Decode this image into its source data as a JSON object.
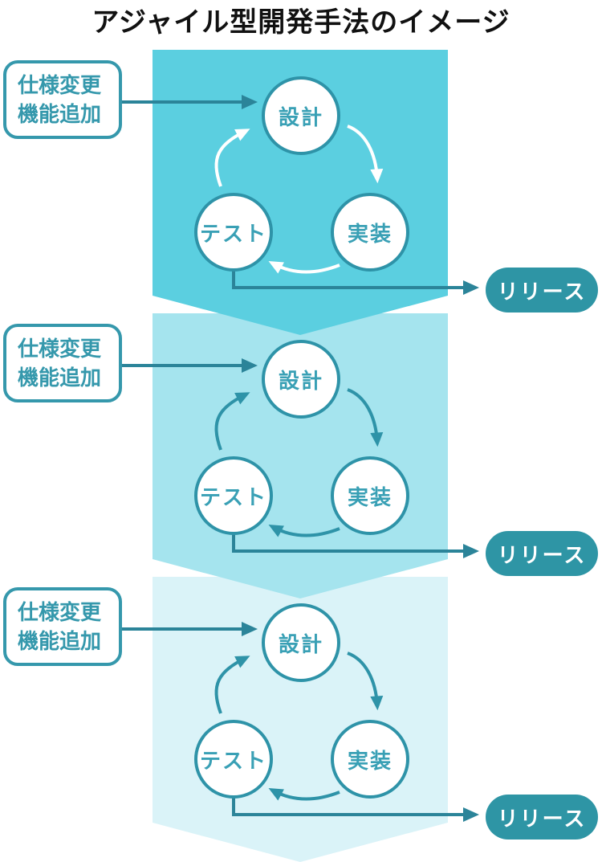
{
  "title": "アジャイル型開発手法のイメージ",
  "colors": {
    "panel_1": "#5bcfe0",
    "panel_2": "#a5e4ee",
    "panel_3": "#daf3f8",
    "teal_accent": "#3598ac",
    "node_border": "#2e93a8",
    "arrow_dark": "#2b8499",
    "release_pill": "#2e95a5"
  },
  "cycles": [
    {
      "input": {
        "line1": "仕様変更",
        "line2": "機能追加"
      },
      "nodes": {
        "design": "設計",
        "implement": "実装",
        "test": "テスト"
      },
      "release": "リリース"
    },
    {
      "input": {
        "line1": "仕様変更",
        "line2": "機能追加"
      },
      "nodes": {
        "design": "設計",
        "implement": "実装",
        "test": "テスト"
      },
      "release": "リリース"
    },
    {
      "input": {
        "line1": "仕様変更",
        "line2": "機能追加"
      },
      "nodes": {
        "design": "設計",
        "implement": "実装",
        "test": "テスト"
      },
      "release": "リリース"
    }
  ]
}
